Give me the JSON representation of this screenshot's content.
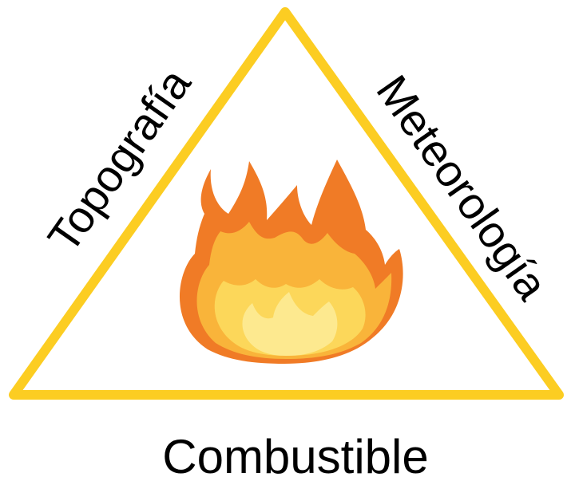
{
  "triangle": {
    "left_label": "Topografía",
    "right_label": "Meteorología",
    "bottom_label": "Combustible",
    "stroke_color": "#FCCD22"
  },
  "center_icon": {
    "name": "fire-icon",
    "colors": {
      "outer": "#F07B26",
      "middle": "#F9B43A",
      "inner": "#FCD75A",
      "core": "#FDE98F"
    }
  }
}
